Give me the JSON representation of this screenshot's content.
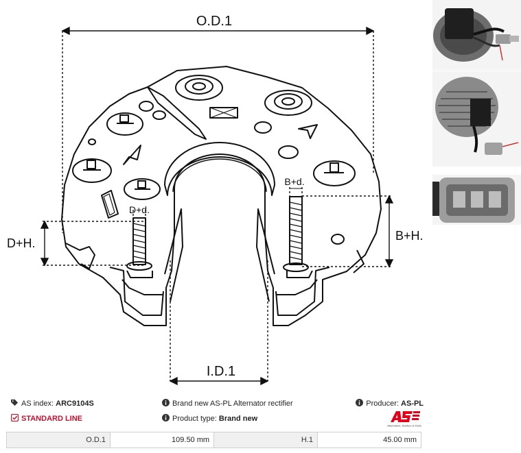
{
  "drawing": {
    "label_od": "O.D.1",
    "label_id": "I.D.1",
    "label_dh": "D+H.",
    "label_bh": "B+H.",
    "label_dd": "D+d.",
    "label_bd": "B+d."
  },
  "info": {
    "index_label": "AS index:",
    "index_value": "ARC9104S",
    "brandnew_text": "Brand new AS-PL Alternator rectifier",
    "producer_label": "Producer:",
    "producer_value": "AS-PL",
    "line_text": "STANDARD LINE",
    "ptype_label": "Product type:",
    "ptype_value": "Brand new"
  },
  "logo": {
    "mark": "AS",
    "tagline": "Alternators, Starters & Parts",
    "color": "#e3001b"
  },
  "specs": [
    {
      "key1": "O.D.1",
      "val1": "109.50 mm",
      "key2": "H.1",
      "val2": "45.00 mm"
    }
  ],
  "colors": {
    "accent": "#c8102e"
  }
}
